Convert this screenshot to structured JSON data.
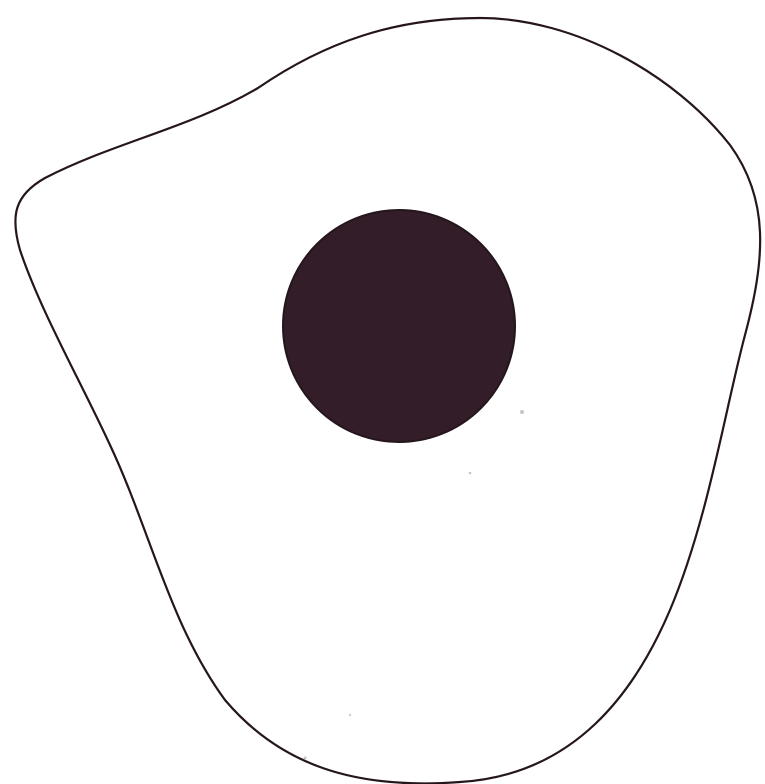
{
  "diagram": {
    "shapes": [
      {
        "name": "cell-membrane",
        "kind": "irregular-closed-outline",
        "fill": "#ffffff",
        "stroke": "#24161c"
      },
      {
        "name": "nucleus",
        "kind": "filled-circle",
        "fill": "#321d28",
        "stroke": "#24161c"
      }
    ],
    "colors": {
      "background": "#ffffff",
      "outline": "#24161c",
      "nucleus_fill": "#321d28",
      "specks": "#c8c4c8"
    }
  }
}
